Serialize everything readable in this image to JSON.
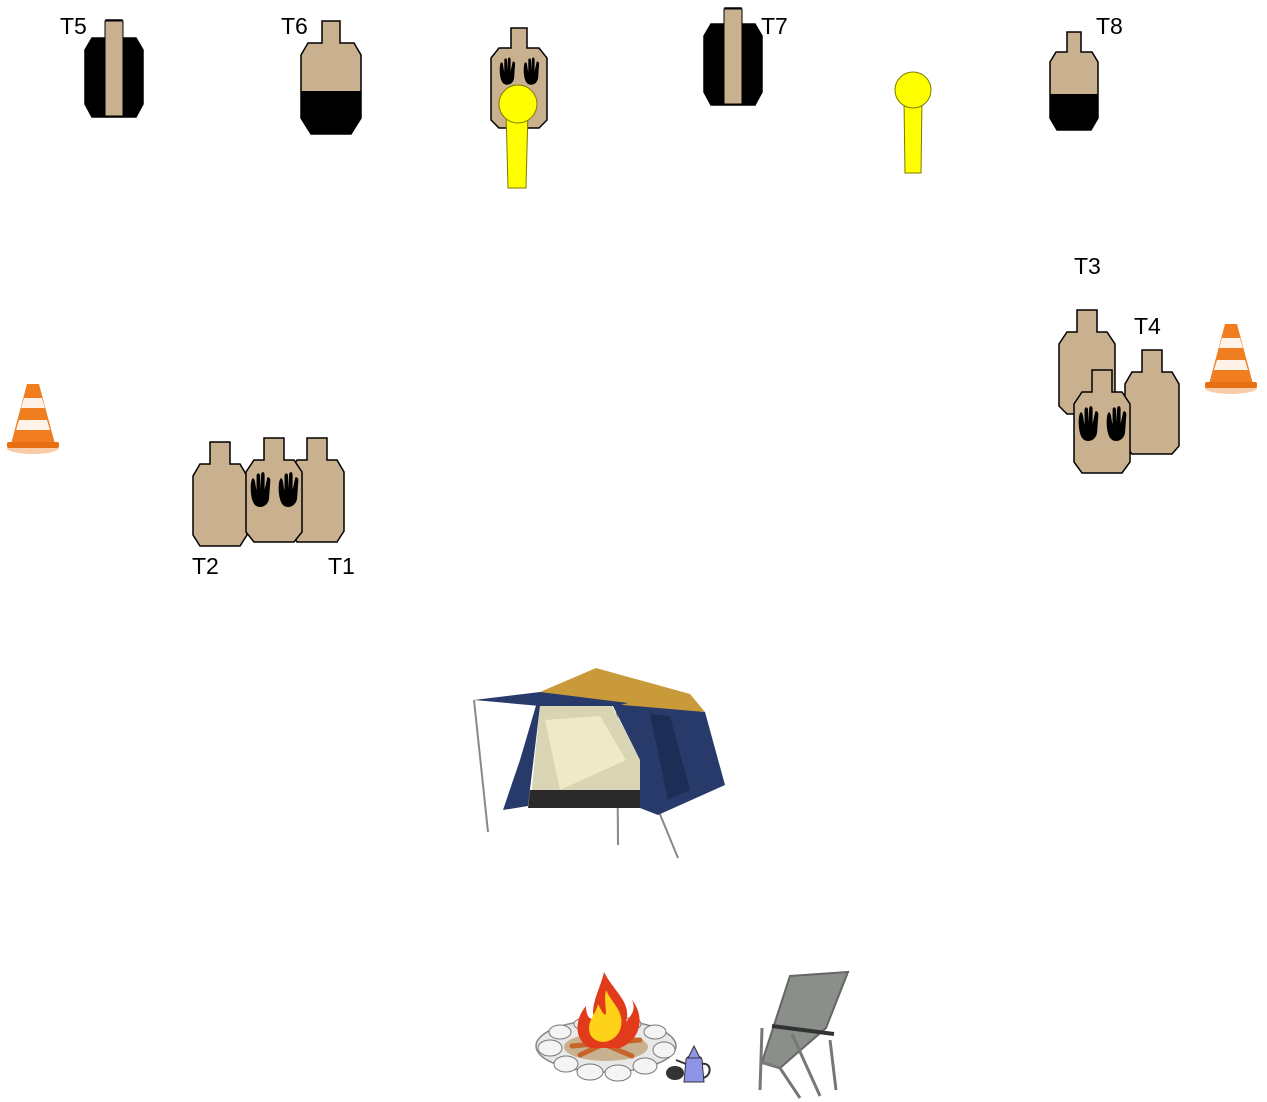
{
  "targets": {
    "t1": "T1",
    "t2": "T2",
    "t3": "T3",
    "t4": "T4",
    "t5": "T5",
    "t6": "T6",
    "t7": "T7",
    "t8": "T8"
  },
  "colors": {
    "target_tan": "#c9b08f",
    "no_shoot": "#000000",
    "steel_yellow": "#ffff00",
    "cone_orange": "#f07d1f",
    "tent_navy": "#283a6a",
    "tent_gold": "#c99a3a",
    "fire_red": "#e23b1b",
    "fire_yellow": "#ffd21a"
  }
}
